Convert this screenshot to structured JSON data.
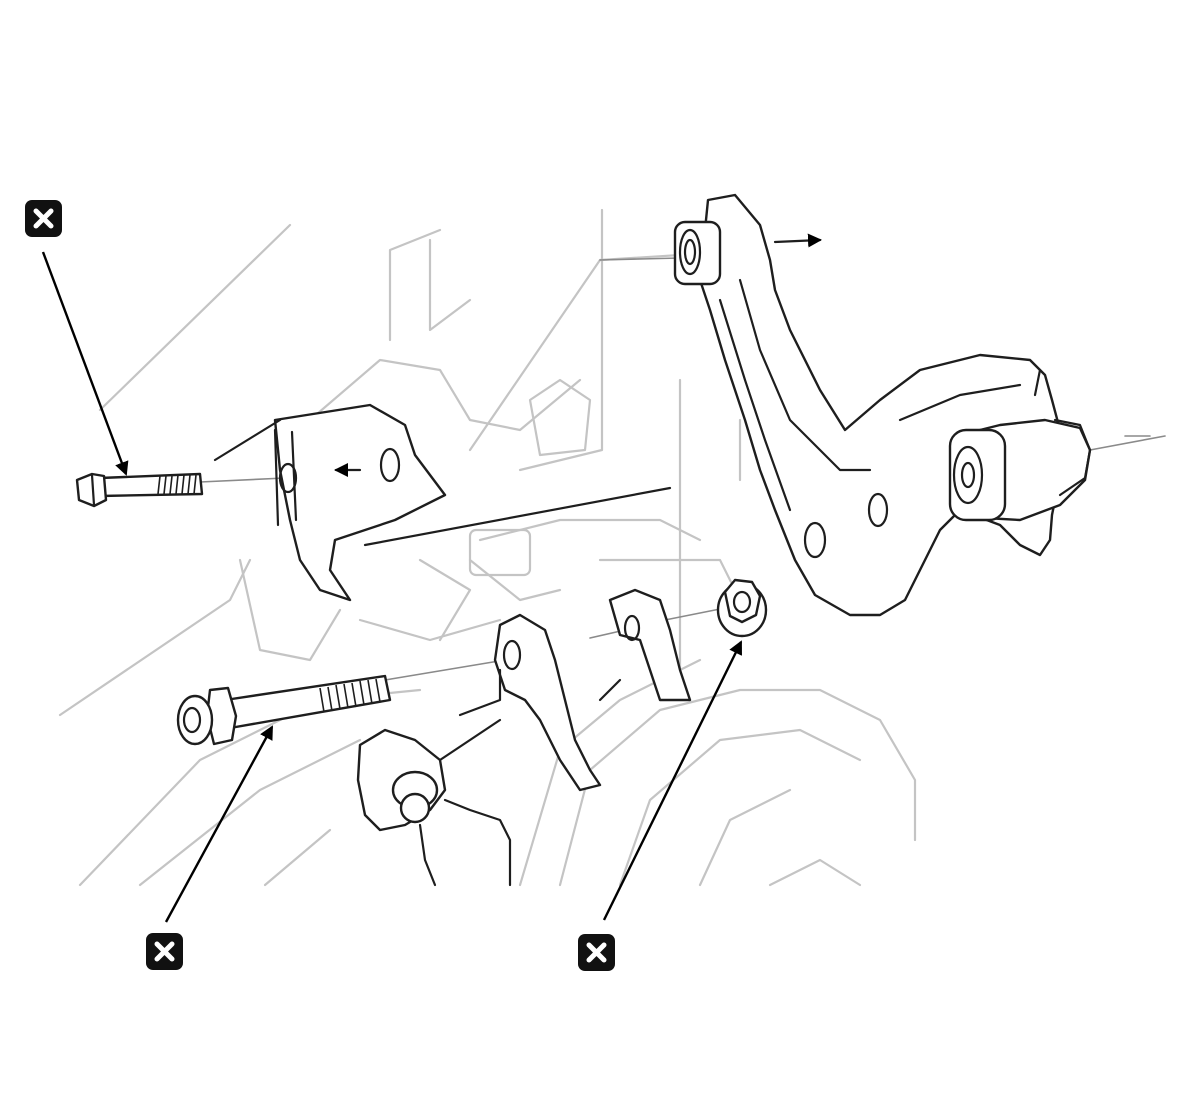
{
  "figure": {
    "colors": {
      "line": "#1e1e1e",
      "ghost": "#c4c4c4",
      "callout": "#111111"
    }
  },
  "callouts": [
    {
      "id": "replace-upper-bolt",
      "icon": "replace-part-icon"
    },
    {
      "id": "replace-lower-bolt",
      "icon": "replace-part-icon"
    },
    {
      "id": "replace-nut",
      "icon": "replace-part-icon"
    }
  ]
}
